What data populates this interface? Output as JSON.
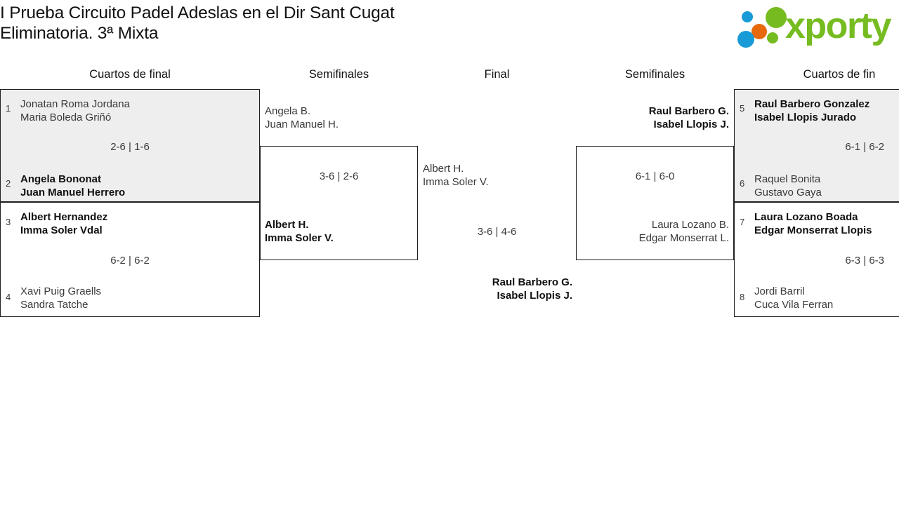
{
  "header": {
    "title_line1": "I Prueba Circuito Padel Adeslas en el Dir Sant Cugat",
    "title_line2": "Eliminatoria. 3ª Mixta",
    "logo_text": "xporty",
    "brand_green": "#76bc21",
    "brand_blue": "#199bd7",
    "brand_orange": "#e8690b"
  },
  "rounds": [
    {
      "label": "Cuartos de final"
    },
    {
      "label": "Semifinales"
    },
    {
      "label": "Final"
    },
    {
      "label": "Semifinales"
    },
    {
      "label": "Cuartos de fin"
    }
  ],
  "bracket": {
    "left_quarterfinals": [
      {
        "shaded": true,
        "top_seed": "1",
        "top_player1": "Jonatan Roma Jordana",
        "top_player2": "Maria Boleda Griñó",
        "top_winner": false,
        "score": "2-6 | 1-6",
        "bottom_seed": "2",
        "bottom_player1": "Angela Bononat",
        "bottom_player2": "Juan Manuel Herrero",
        "bottom_winner": true
      },
      {
        "shaded": false,
        "top_seed": "3",
        "top_player1": "Albert Hernandez",
        "top_player2": "Imma Soler Vdal",
        "top_winner": true,
        "score": "6-2 | 6-2",
        "bottom_seed": "4",
        "bottom_player1": "Xavi Puig Graells",
        "bottom_player2": "Sandra Tatche",
        "bottom_winner": false
      }
    ],
    "left_semifinal": {
      "top_player1": "Angela B.",
      "top_player2": "Juan Manuel H.",
      "top_winner": false,
      "score": "3-6 | 2-6",
      "bottom_player1": "Albert H.",
      "bottom_player2": "Imma Soler V.",
      "bottom_winner": true
    },
    "final": {
      "left_player1": "Albert H.",
      "left_player2": "Imma Soler V.",
      "left_winner": false,
      "score": "3-6 | 4-6",
      "right_player1": "Raul Barbero G.",
      "right_player2": "Isabel Llopis J.",
      "right_winner": true
    },
    "right_semifinal": {
      "top_player1": "Raul Barbero G.",
      "top_player2": "Isabel Llopis J.",
      "top_winner": true,
      "score": "6-1 | 6-0",
      "bottom_player1": "Laura Lozano B.",
      "bottom_player2": "Edgar Monserrat L.",
      "bottom_winner": false
    },
    "right_quarterfinals": [
      {
        "shaded": true,
        "top_seed": "5",
        "top_player1": "Raul Barbero Gonzalez",
        "top_player2": "Isabel Llopis Jurado",
        "top_winner": true,
        "score": "6-1 | 6-2",
        "bottom_seed": "6",
        "bottom_player1": "Raquel Bonita",
        "bottom_player2": "Gustavo Gaya",
        "bottom_winner": false
      },
      {
        "shaded": false,
        "top_seed": "7",
        "top_player1": "Laura Lozano Boada",
        "top_player2": "Edgar Monserrat Llopis",
        "top_winner": true,
        "score": "6-3 | 6-3",
        "bottom_seed": "8",
        "bottom_player1": "Jordi Barril",
        "bottom_player2": "Cuca Vila Ferran",
        "bottom_winner": false
      }
    ]
  }
}
